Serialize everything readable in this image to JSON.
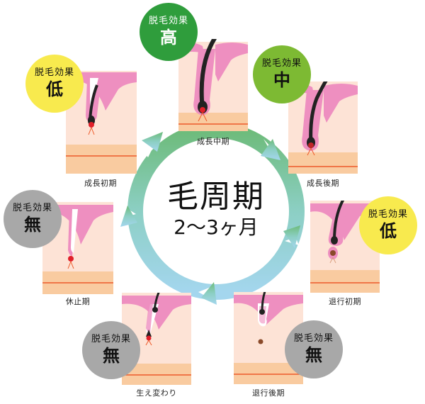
{
  "title": "毛周期",
  "subtitle": "2〜3ヶ月",
  "badge_label": "脱毛効果",
  "colors": {
    "high": "#2f9d3c",
    "medium": "#7dba33",
    "low": "#f8ea4e",
    "none": "#a8a8a8",
    "skin": "#fde3d6",
    "fat": "#f9cba0",
    "pink": "#ee8fc0",
    "red_line": "#ee5a2a",
    "arrow_top": "#6dbb7a",
    "arrow_bottom": "#9fd3ea"
  },
  "stages": [
    {
      "id": "anagen-mid",
      "label": "成長中期",
      "effect": "高",
      "level": "high"
    },
    {
      "id": "anagen-late",
      "label": "成長後期",
      "effect": "中",
      "level": "medium"
    },
    {
      "id": "catagen-early",
      "label": "退行初期",
      "effect": "低",
      "level": "low"
    },
    {
      "id": "catagen-late",
      "label": "退行後期",
      "effect": "無",
      "level": "none"
    },
    {
      "id": "replacement",
      "label": "生え変わり",
      "effect": "無",
      "level": "none"
    },
    {
      "id": "telogen",
      "label": "休止期",
      "effect": "無",
      "level": "none"
    },
    {
      "id": "anagen-early",
      "label": "成長初期",
      "effect": "低",
      "level": "low"
    }
  ]
}
